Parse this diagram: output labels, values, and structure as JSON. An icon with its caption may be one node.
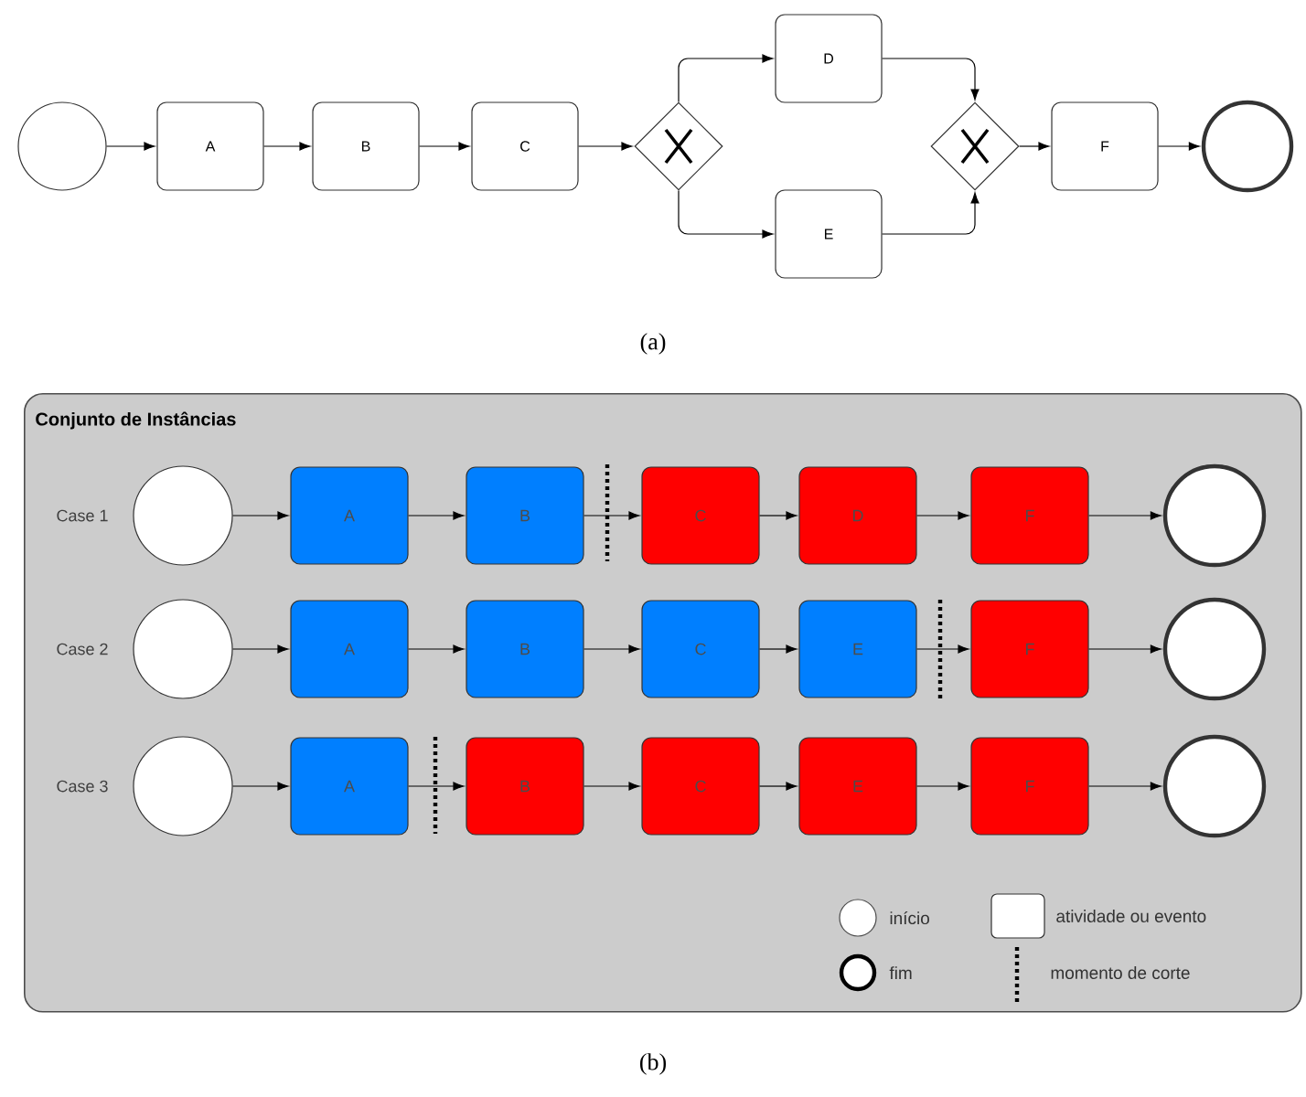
{
  "diagram": {
    "nodes": [
      {
        "text": [],
        "shape": "circle"
      },
      {
        "text": [
          "A"
        ]
      },
      {
        "text": [
          "B"
        ]
      },
      {
        "text": [
          "C"
        ]
      },
      {
        "text": [],
        "shape": "diamond"
      },
      {
        "text": [
          "D"
        ]
      },
      {
        "text": [
          "E"
        ]
      },
      {
        "text": [],
        "shape": "diamond"
      },
      {
        "text": [
          "F"
        ]
      },
      {
        "text": [],
        "shape": "circle"
      },
      {
        "text": [
          "Conjunto de Instâncias"
        ]
      },
      {
        "text": [],
        "shape": "circle",
        "in": 10
      },
      {
        "text": [
          "A"
        ],
        "in": 10
      },
      {
        "text": [
          "B"
        ],
        "in": 10
      },
      {
        "text": [
          "C"
        ],
        "in": 10
      },
      {
        "text": [
          "D"
        ],
        "in": 10
      },
      {
        "text": [
          "F"
        ],
        "in": 10
      },
      {
        "text": [],
        "shape": "circle",
        "in": 10
      },
      {
        "text": [],
        "shape": "circle",
        "in": 10
      },
      {
        "text": [
          "A"
        ],
        "in": 10
      },
      {
        "text": [
          "B"
        ],
        "in": 10
      },
      {
        "text": [
          "C"
        ],
        "in": 10
      },
      {
        "text": [
          "E"
        ],
        "in": 10
      },
      {
        "text": [
          "F"
        ],
        "in": 10
      },
      {
        "text": [],
        "shape": "circle",
        "in": 10
      },
      {
        "text": [],
        "shape": "circle",
        "in": 10
      },
      {
        "text": [
          "A"
        ],
        "in": 10
      },
      {
        "text": [
          "B"
        ],
        "in": 10
      },
      {
        "text": [
          "C"
        ],
        "in": 10
      },
      {
        "text": [
          "E"
        ],
        "in": 10
      },
      {
        "text": [
          "F"
        ],
        "in": 10
      },
      {
        "text": [],
        "shape": "circle",
        "in": 10
      }
    ],
    "edges": [
      {
        "from": 0,
        "to": 1,
        "arrow": "to"
      },
      {
        "from": 1,
        "to": 2,
        "arrow": "to"
      },
      {
        "from": 2,
        "to": 3,
        "arrow": "to"
      },
      {
        "from": 3,
        "to": 4,
        "arrow": "to"
      },
      {
        "from": 4,
        "to": 5,
        "arrow": "to"
      },
      {
        "from": 4,
        "to": 6,
        "arrow": "to"
      },
      {
        "from": 5,
        "to": 7,
        "arrow": "to"
      },
      {
        "from": 6,
        "to": 7,
        "arrow": "to"
      },
      {
        "from": 7,
        "to": 8,
        "arrow": "to"
      },
      {
        "from": 8,
        "to": 9,
        "arrow": "to"
      },
      {
        "from": 11,
        "to": 12,
        "arrow": "to"
      },
      {
        "from": 12,
        "to": 13,
        "arrow": "to"
      },
      {
        "from": 13,
        "to": 14,
        "arrow": "to"
      },
      {
        "from": 14,
        "to": 15,
        "arrow": "to"
      },
      {
        "from": 15,
        "to": 16,
        "arrow": "to"
      },
      {
        "from": 16,
        "to": 17,
        "arrow": "to"
      },
      {
        "from": 18,
        "to": 19,
        "arrow": "to"
      },
      {
        "from": 19,
        "to": 20,
        "arrow": "to"
      },
      {
        "from": 20,
        "to": 21,
        "arrow": "to"
      },
      {
        "from": 21,
        "to": 22,
        "arrow": "to"
      },
      {
        "from": 22,
        "to": 23,
        "arrow": "to"
      },
      {
        "from": 23,
        "to": 24,
        "arrow": "to"
      },
      {
        "from": 25,
        "to": 26,
        "arrow": "to"
      },
      {
        "from": 26,
        "to": 27,
        "arrow": "to"
      },
      {
        "from": 27,
        "to": 28,
        "arrow": "to"
      },
      {
        "from": 28,
        "to": 29,
        "arrow": "to"
      },
      {
        "from": 29,
        "to": 30,
        "arrow": "to"
      },
      {
        "from": 30,
        "to": 31,
        "arrow": "to"
      }
    ],
    "labels": [
      "(a)",
      "Case 1",
      "Case 2",
      "Case 3",
      "(b)"
    ],
    "legend": [
      {
        "text": "início"
      },
      {
        "text": "atividade ou evento"
      },
      {
        "text": "fim"
      },
      {
        "text": "momento de corte"
      }
    ]
  }
}
